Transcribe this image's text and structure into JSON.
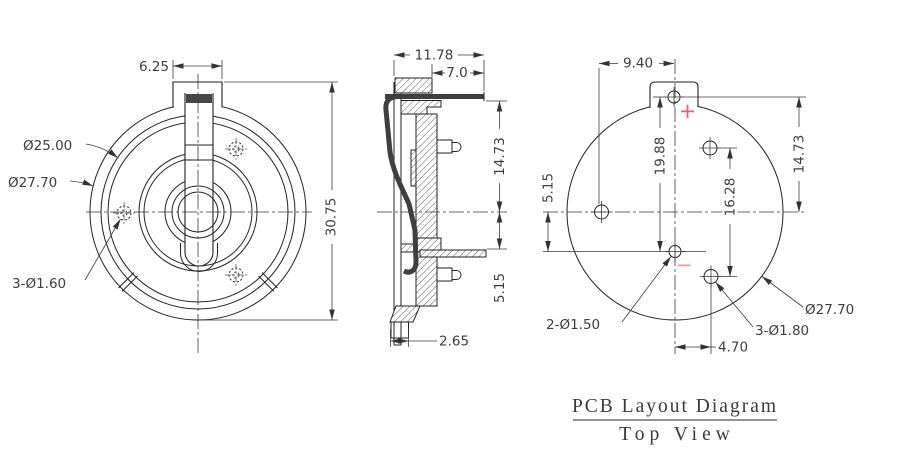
{
  "front_view": {
    "dims": {
      "tab_width": "6.25",
      "overall_height": "30.75"
    },
    "labels": {
      "inner_diameter": "Ø25.00",
      "outer_diameter": "Ø27.70",
      "peg_holes": "3-Ø1.60"
    }
  },
  "side_view": {
    "dims": {
      "overall_width": "11.78",
      "tab_length": "7.0",
      "upper_height": "14.73",
      "lower_height": "5.15",
      "foot_width": "2.65"
    }
  },
  "pcb_view": {
    "dims": {
      "left_hole_offset": "9.40",
      "pin_span": "19.88",
      "peg_span": "16.28",
      "upper_height": "14.73",
      "below_center": "5.15",
      "right_hole_offset": "4.70"
    },
    "labels": {
      "pin_holes": "2-Ø1.50",
      "peg_holes": "3-Ø1.80",
      "outer_diameter": "Ø27.70",
      "positive": "+",
      "negative": "−"
    }
  },
  "caption": {
    "title": "PCB Layout Diagram",
    "subtitle": "Top View"
  },
  "colors": {
    "line": "#222222",
    "dimension_text": "#3d3d3d",
    "positive_red": "#e86262",
    "negative_red": "#ef9a9a"
  }
}
